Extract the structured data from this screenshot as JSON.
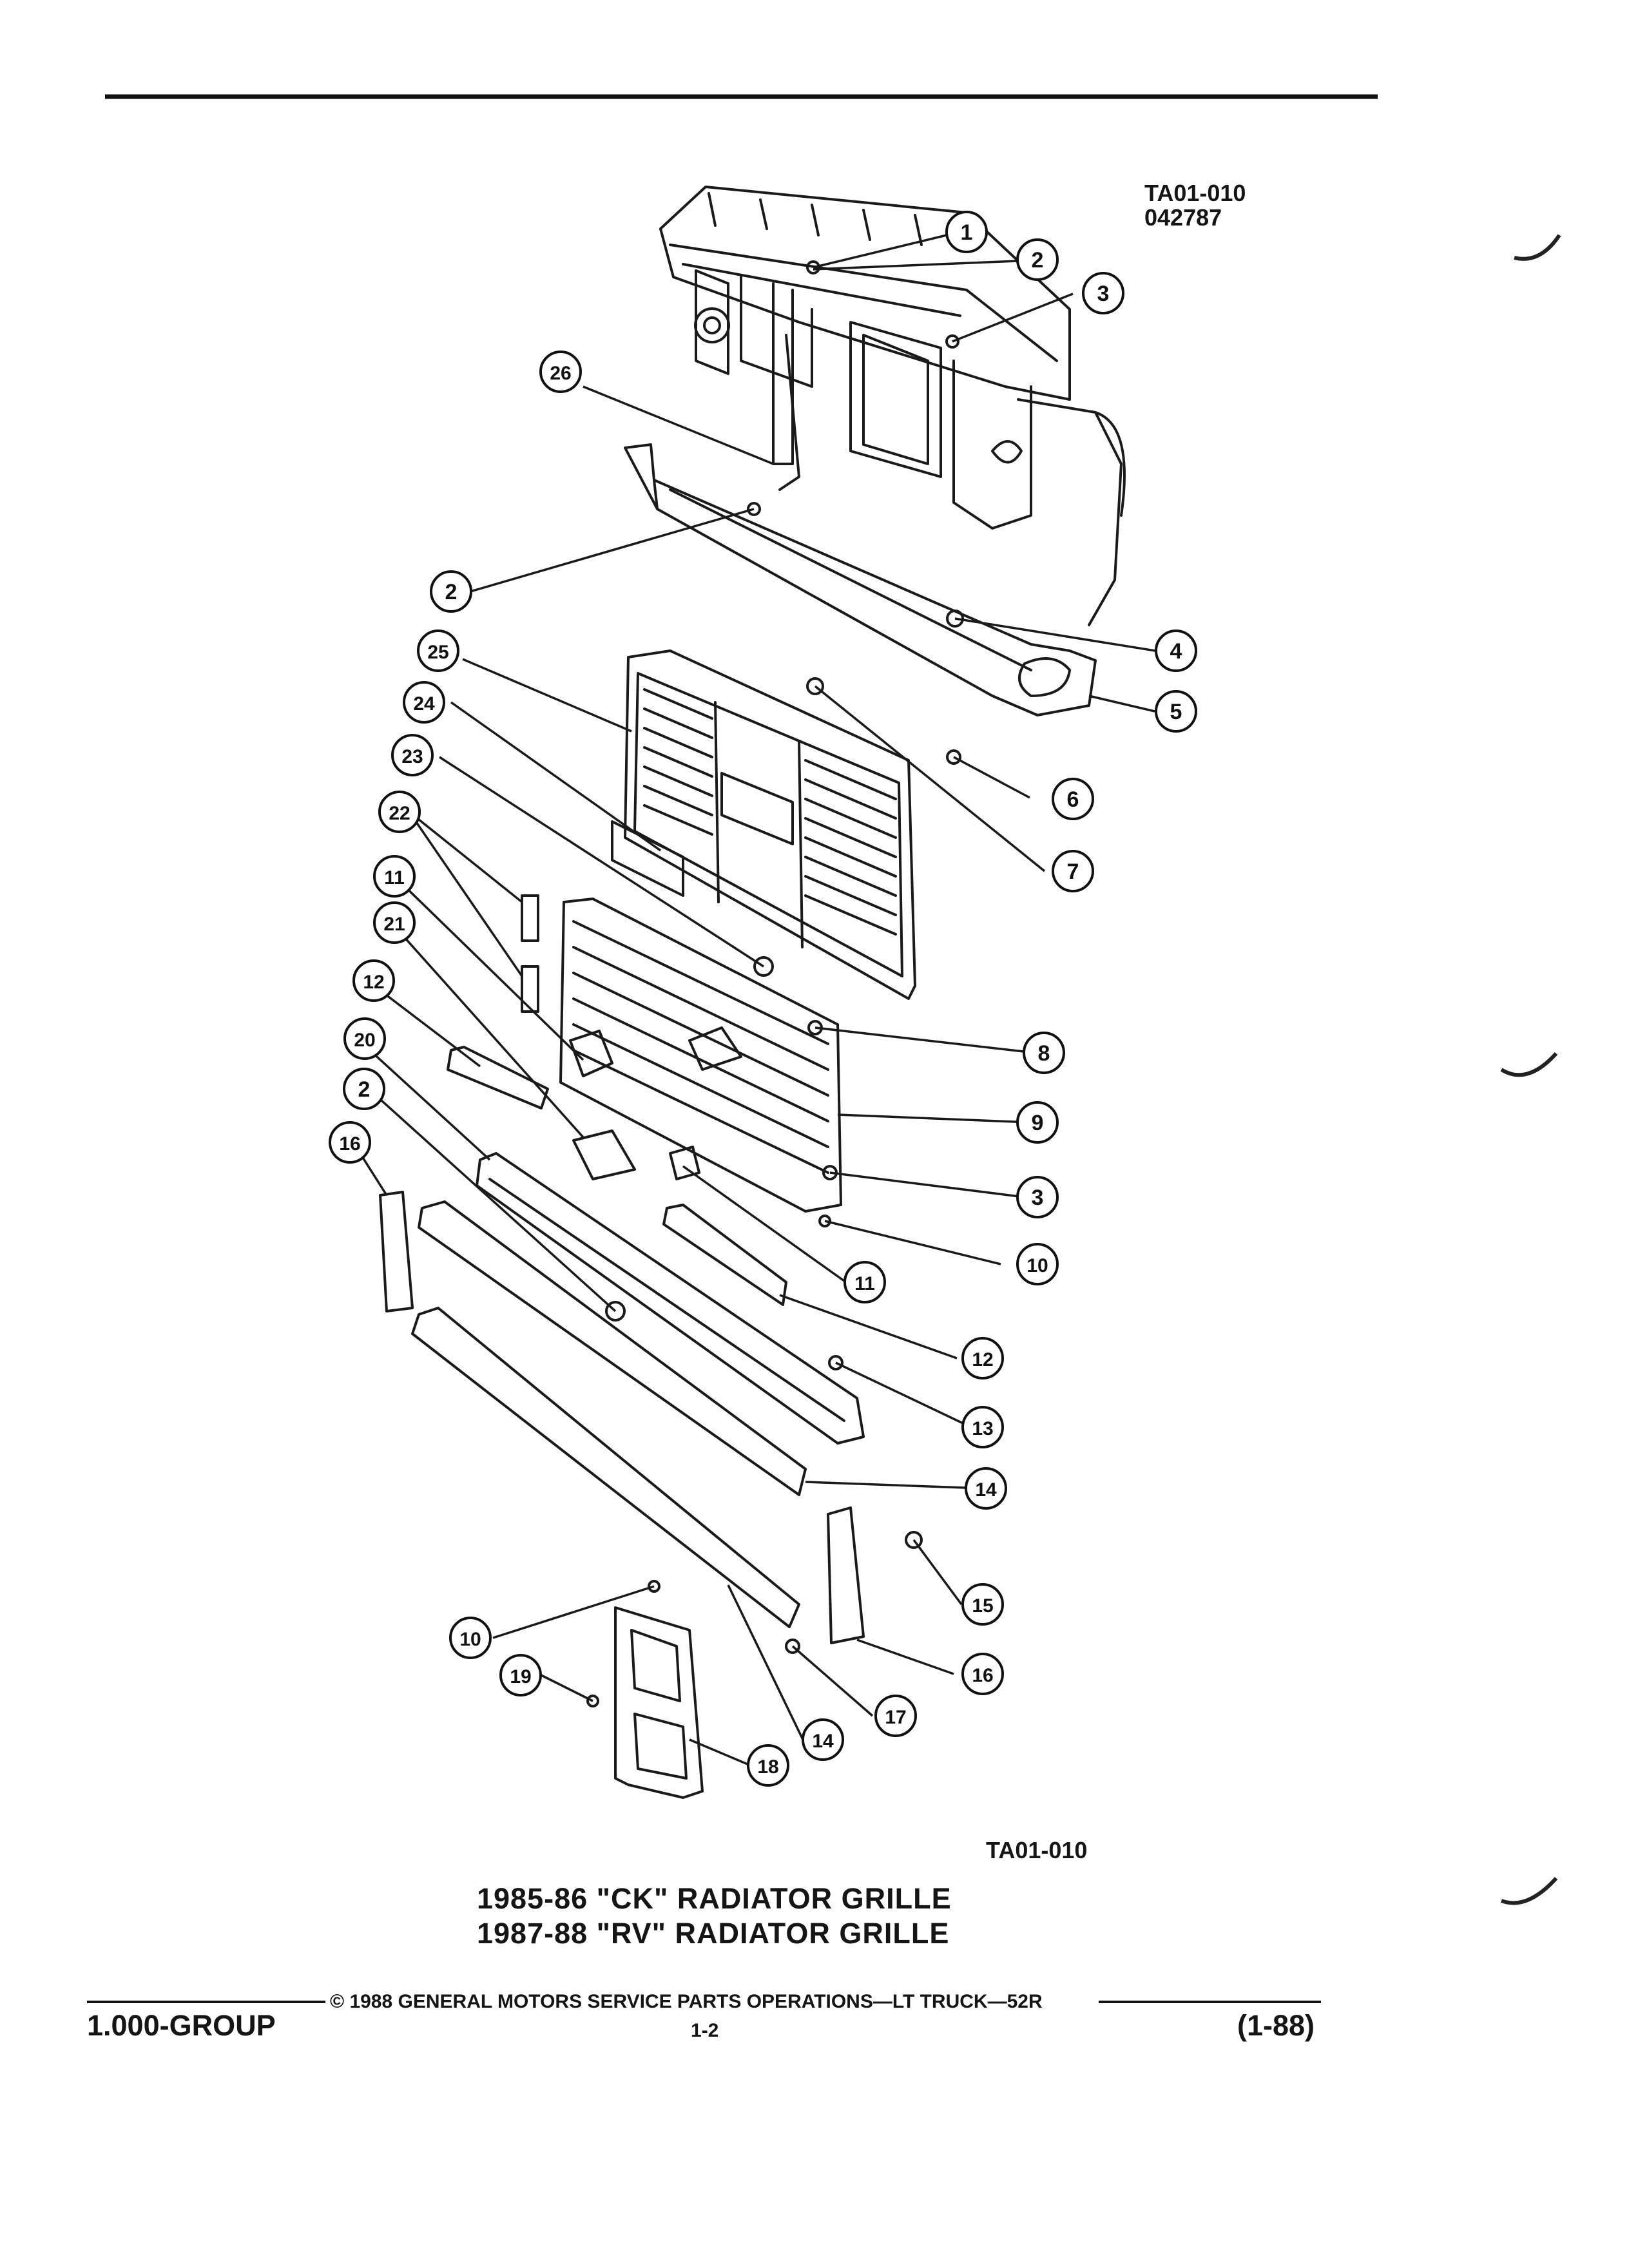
{
  "figure": {
    "code_top": "TA01-010",
    "date_code": "042787",
    "code_bottom": "TA01-010"
  },
  "callouts": [
    "1",
    "2",
    "3",
    "26",
    "2",
    "4",
    "25",
    "5",
    "24",
    "6",
    "23",
    "7",
    "22",
    "11",
    "8",
    "21",
    "9",
    "12",
    "20",
    "3",
    "2",
    "10",
    "16",
    "11",
    "12",
    "13",
    "14",
    "15",
    "16",
    "10",
    "19",
    "17",
    "18",
    "14"
  ],
  "caption": {
    "line1": "1985-86 \"CK\" RADIATOR GRILLE",
    "line2": "1987-88 \"RV\" RADIATOR GRILLE"
  },
  "footer": {
    "group": "1.000-GROUP",
    "copyright": "© 1988 GENERAL MOTORS SERVICE PARTS OPERATIONS—LT TRUCK—52R",
    "page": "1-2",
    "revision": "(1-88)"
  }
}
